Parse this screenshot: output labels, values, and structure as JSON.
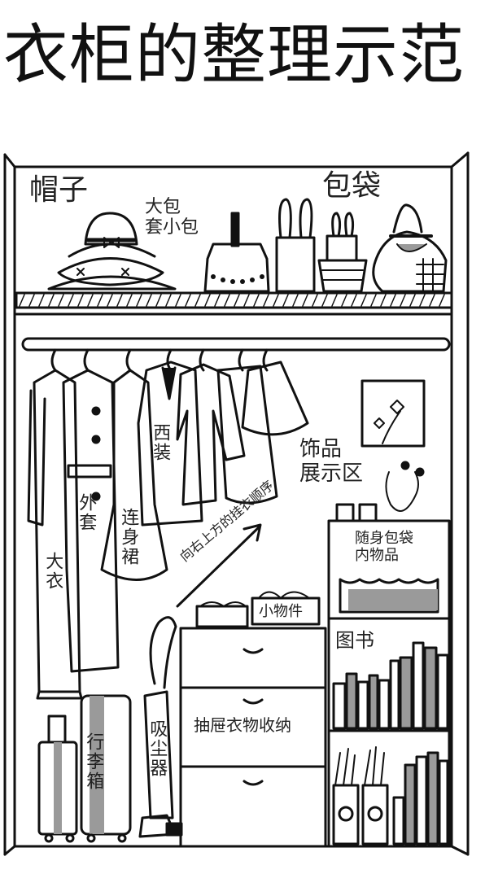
{
  "title": "衣柜的整理示范",
  "labels": {
    "hats": "帽子",
    "bags_top": "包袋",
    "big_bag_small_bag": "大包\n套小包",
    "suit": "西装",
    "coat": "外套",
    "overcoat": "大衣",
    "dress": "连身裙",
    "hang_order": "向右上方的挂衣顺序",
    "accessory_display": "饰品\n展示区",
    "bag_items": "随身包袋\n内物品",
    "small_items": "小物件",
    "books": "图书",
    "drawer_storage": "抽屉衣物收纳",
    "luggage": "行李箱",
    "vacuum": "吸尘器"
  },
  "colors": {
    "ink": "#111111",
    "shade": "#9a9a9a",
    "paper": "#ffffff"
  }
}
